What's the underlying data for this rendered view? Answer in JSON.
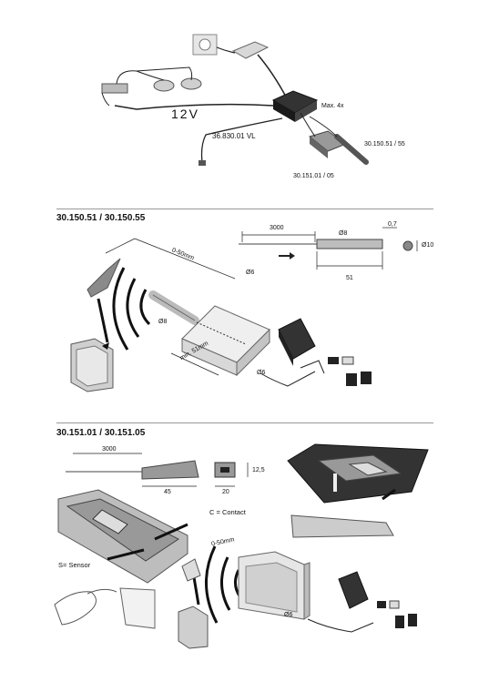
{
  "top_diagram": {
    "voltage_label": "12V",
    "max_label": "Max. 4x",
    "cable_label": "36.830.01 VL",
    "sensor_a_label": "30.150.51 / 55",
    "sensor_b_label": "30.151.01 / 05"
  },
  "section_1": {
    "title": "30.150.51 / 30.150.55",
    "dim_length": "3000",
    "dim_dia8": "Ø8",
    "dim_07": "0,7",
    "dim_dia10": "Ø10",
    "dim_51": "51",
    "range_label": "0-50mm",
    "dia6_label": "Ø6",
    "dia8_label": "Ø8",
    "min_label": "min. 51mm",
    "dia6b_label": "Ø6"
  },
  "section_2": {
    "title": "30.151.01 / 30.151.05",
    "dim_length": "3000",
    "dim_45": "45",
    "dim_20": "20",
    "dim_125": "12,5",
    "contact_label": "C = Contact",
    "sensor_label": "S= Sensor",
    "range_label": "0-50mm",
    "dia6_label": "Ø6"
  }
}
